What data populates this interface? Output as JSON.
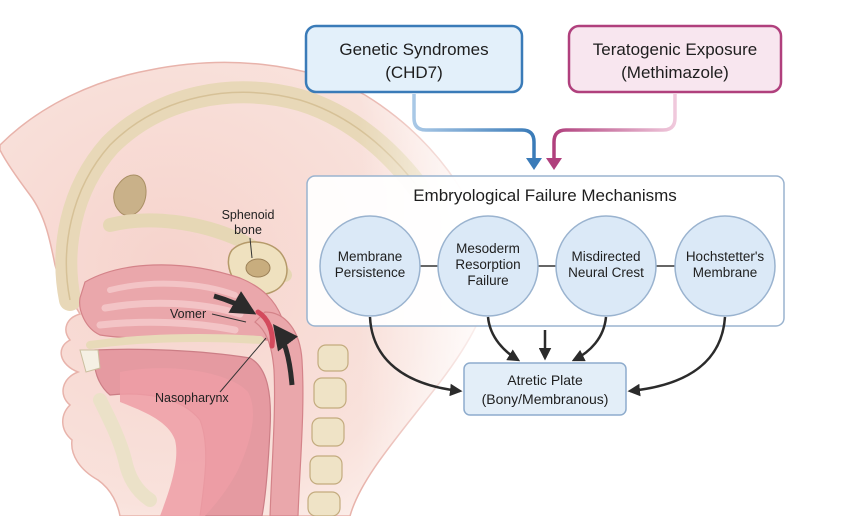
{
  "inputs": {
    "genetic": {
      "line1": "Genetic Syndromes",
      "line2": "(CHD7)"
    },
    "teratogenic": {
      "line1": "Teratogenic Exposure",
      "line2": "(Methimazole)"
    }
  },
  "mechanisms": {
    "title": "Embryological Failure Mechanisms",
    "items": [
      {
        "lines": [
          "Membrane",
          "Persistence"
        ]
      },
      {
        "lines": [
          "Mesoderm",
          "Resorption",
          "Failure"
        ]
      },
      {
        "lines": [
          "Misdirected",
          "Neural Crest"
        ]
      },
      {
        "lines": [
          "Hochstetter's",
          "Membrane"
        ]
      }
    ]
  },
  "outcome": {
    "line1": "Atretic Plate",
    "line2": "(Bony/Membranous)"
  },
  "anatomy": {
    "sphenoid": [
      "Sphenoid",
      "bone"
    ],
    "vomer": "Vomer",
    "nasopharynx": "Nasopharynx"
  },
  "colors": {
    "genetic_border": "#3a7bb8",
    "genetic_fill": "#e3f0fa",
    "teratogenic_border": "#b0407d",
    "teratogenic_fill": "#f8e6ef",
    "mechanism_circle_fill": "#dbe9f7",
    "mechanism_border": "#9ab3cf",
    "skin": "#f8dfd9",
    "nasal_passage": "#e9a3a8",
    "bone": "#efe5cf"
  }
}
